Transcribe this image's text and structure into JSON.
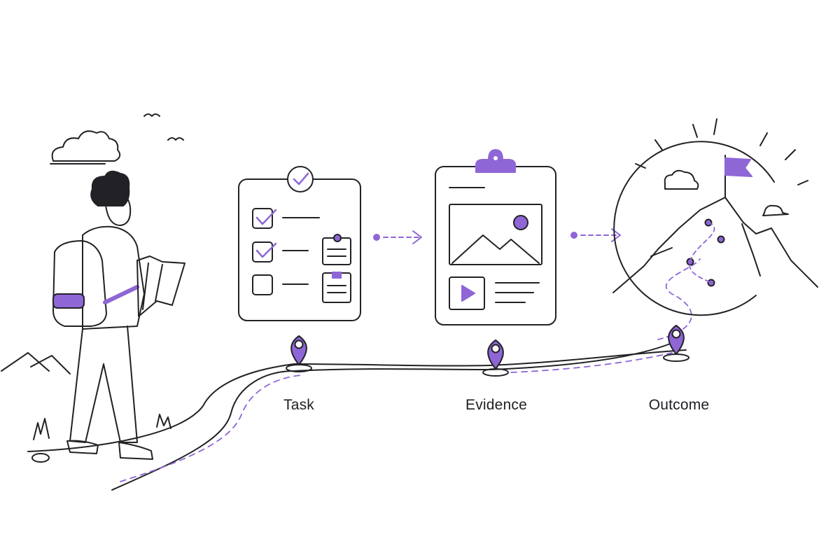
{
  "stages": [
    {
      "label": "Task"
    },
    {
      "label": "Evidence"
    },
    {
      "label": "Outcome"
    }
  ],
  "colors": {
    "ink": "#222226",
    "accent": "#8f66d6",
    "accent_light": "#c5aef0",
    "background": "#ffffff"
  },
  "icons": {
    "traveler": "person-with-map-icon",
    "task": "checklist-clipboard-icon",
    "evidence": "media-clipboard-icon",
    "outcome": "mountain-flag-icon",
    "markers": "map-pin-icon",
    "connectors": "dashed-arrow-icon"
  }
}
